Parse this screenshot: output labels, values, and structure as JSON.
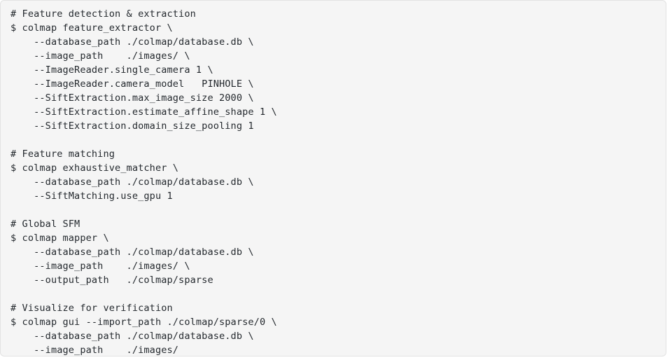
{
  "panel": {
    "kind": "code-block",
    "background_color": "#f5f5f5",
    "border_color": "#e2e2e2",
    "text_color": "#24292e"
  },
  "code": {
    "language": "shell",
    "lines": [
      "# Feature detection & extraction",
      "$ colmap feature_extractor \\",
      "    --database_path ./colmap/database.db \\",
      "    --image_path    ./images/ \\",
      "    --ImageReader.single_camera 1 \\",
      "    --ImageReader.camera_model   PINHOLE \\",
      "    --SiftExtraction.max_image_size 2000 \\",
      "    --SiftExtraction.estimate_affine_shape 1 \\",
      "    --SiftExtraction.domain_size_pooling 1",
      "",
      "# Feature matching",
      "$ colmap exhaustive_matcher \\",
      "    --database_path ./colmap/database.db \\",
      "    --SiftMatching.use_gpu 1",
      "",
      "# Global SFM",
      "$ colmap mapper \\",
      "    --database_path ./colmap/database.db \\",
      "    --image_path    ./images/ \\",
      "    --output_path   ./colmap/sparse",
      "",
      "# Visualize for verification",
      "$ colmap gui --import_path ./colmap/sparse/0 \\",
      "    --database_path ./colmap/database.db \\",
      "    --image_path    ./images/"
    ]
  }
}
